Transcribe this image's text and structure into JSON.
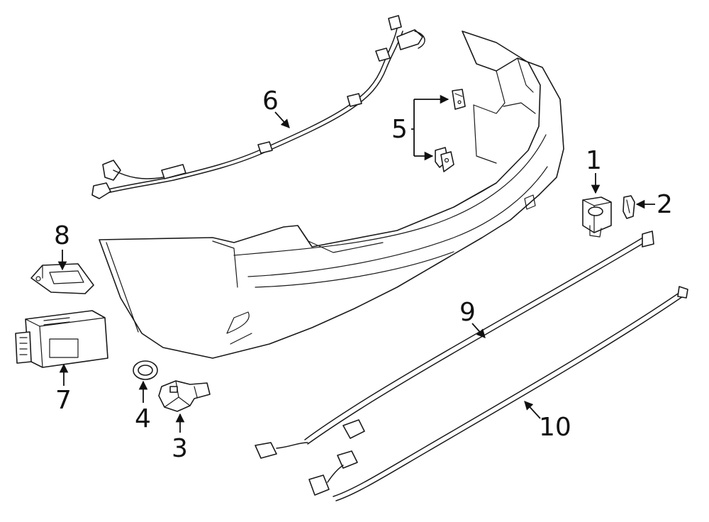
{
  "diagram": {
    "background": "#ffffff",
    "line_color": "#1a1a1a",
    "callouts": [
      {
        "id": "1",
        "label": "1"
      },
      {
        "id": "2",
        "label": "2"
      },
      {
        "id": "3",
        "label": "3"
      },
      {
        "id": "4",
        "label": "4"
      },
      {
        "id": "5",
        "label": "5"
      },
      {
        "id": "6",
        "label": "6"
      },
      {
        "id": "7",
        "label": "7"
      },
      {
        "id": "8",
        "label": "8"
      },
      {
        "id": "9",
        "label": "9"
      },
      {
        "id": "10",
        "label": "10"
      }
    ]
  }
}
